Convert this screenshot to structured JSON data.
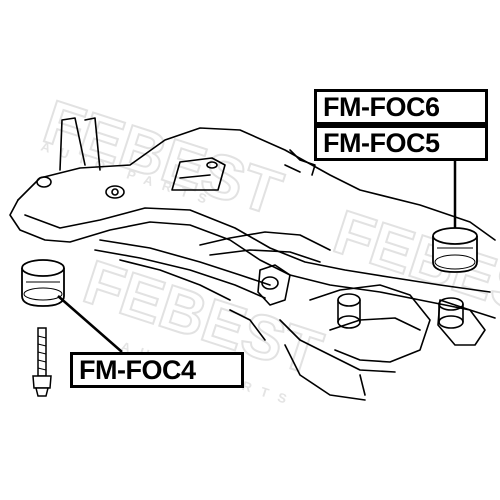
{
  "labels": {
    "part_6": "FM-FOC6",
    "part_5": "FM-FOC5",
    "part_4": "FM-FOC4"
  },
  "watermark": {
    "brand": "FEBEST",
    "subtext": "AUTO PARTS",
    "color": "#e6e6e6"
  },
  "colors": {
    "line": "#000000",
    "background": "#ffffff"
  }
}
